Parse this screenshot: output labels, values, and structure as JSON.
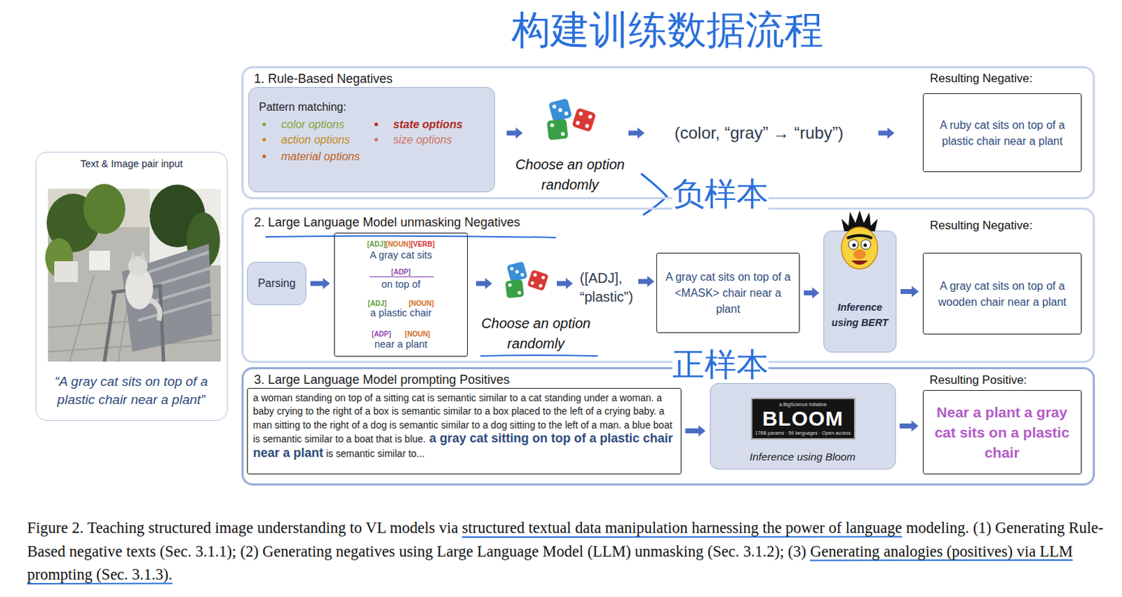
{
  "diagram": {
    "caption": "Figure 2. Teaching structured image understanding to VL models via structured textual data manipulation harnessing the power of language modeling. (1) Generating Rule-Based negative texts (Sec. 3.1.1); (2) Generating negatives using Large Language Model (LLM) unmasking (Sec. 3.1.2); (3) Generating analogies (positives) via LLM prompting (Sec. 3.1.3).",
    "nodes": [
      {
        "text": [
          "Text & Image pair input",
          "“A gray cat sits on top of a plastic chair near a plant”"
        ]
      },
      {
        "text": [
          "1. Rule-Based Negatives"
        ]
      },
      {
        "text": [
          "Pattern matching:",
          "color options",
          "state options",
          "action options",
          "size options",
          "material options"
        ],
        "in": 1
      },
      {
        "text": [
          "Resulting Negative:",
          "A ruby cat sits on top of a plastic chair near a plant"
        ],
        "in": 1
      },
      {
        "text": [
          "2. Large Language Model unmasking Negatives"
        ]
      },
      {
        "text": [
          "Parsing"
        ],
        "in": 4
      },
      {
        "text": [
          "[ADJ]",
          "[NOUN]",
          "[VERB]",
          "A gray cat sits",
          "[ADP]",
          "on top of",
          "[ADJ]",
          "[NOUN]",
          "a plastic chair",
          "[ADP]",
          "[NOUN]",
          "near a plant"
        ],
        "in": 4
      },
      {
        "text": [
          "A gray cat sits on top of a <MASK> chair near a plant"
        ],
        "in": 4
      },
      {
        "text": [
          "Inference using BERT"
        ],
        "in": 4
      },
      {
        "text": [
          "Resulting Negative:",
          "A gray cat sits on top of a wooden chair near a plant"
        ],
        "in": 4
      },
      {
        "text": [
          "3. Large Language Model prompting Positives"
        ]
      },
      {
        "text": [
          "a woman standing on top of a sitting cat is semantic similar to a cat standing under a woman. a baby crying to the right of a box is semantic similar to a box placed to the left of a crying baby. a man sitting to the right of a dog is semantic similar to a dog sitting to the left of a man. a blue boat is semantic similar to a boat that is blue.",
          "a gray cat sitting on top of a plastic chair near a plant",
          "is semantic similar to..."
        ],
        "in": 10
      },
      {
        "text": [
          "a BigScience initiative",
          "BLOOM",
          "176B params · 59 languages · Open-access",
          "Inference using Bloom"
        ],
        "in": 10
      },
      {
        "text": [
          "Resulting Positive:",
          "Near a plant a gray cat sits on a plastic chair"
        ],
        "in": 10
      }
    ],
    "edges": [
      {
        "from": 5,
        "to": 6,
        "arrow": "to"
      },
      {
        "from": 7,
        "to": 8,
        "arrow": "to"
      },
      {
        "from": 8,
        "to": 9,
        "arrow": "to"
      },
      {
        "from": 11,
        "to": 12,
        "arrow": "to"
      },
      {
        "from": 12,
        "to": 13,
        "arrow": "to"
      }
    ],
    "labels": [
      "构建训练数据流程",
      "Choose an option randomly",
      "(color, “gray” → “ruby”)",
      "负样本",
      "Choose an option randomly",
      "([ADJ], “plastic”)",
      "正样本"
    ]
  }
}
